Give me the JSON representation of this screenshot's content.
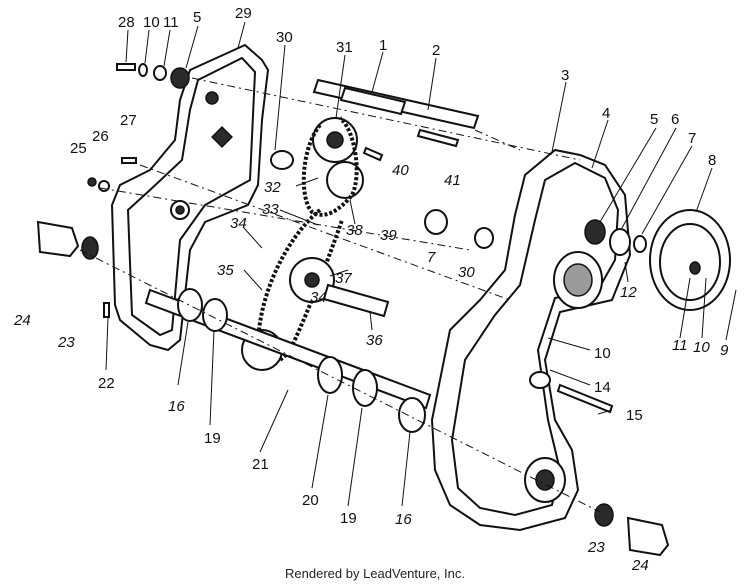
{
  "footer": {
    "text": "Rendered by LeadVenture, Inc."
  },
  "callouts": [
    {
      "id": "28",
      "text": "28"
    },
    {
      "id": "10a",
      "text": "10"
    },
    {
      "id": "11a",
      "text": "11"
    },
    {
      "id": "5a",
      "text": "5"
    },
    {
      "id": "29",
      "text": "29"
    },
    {
      "id": "30a",
      "text": "30"
    },
    {
      "id": "31",
      "text": "31"
    },
    {
      "id": "1",
      "text": "1"
    },
    {
      "id": "2",
      "text": "2"
    },
    {
      "id": "3",
      "text": "3"
    },
    {
      "id": "4",
      "text": "4"
    },
    {
      "id": "5b",
      "text": "5"
    },
    {
      "id": "6",
      "text": "6"
    },
    {
      "id": "7a",
      "text": "7"
    },
    {
      "id": "8",
      "text": "8"
    },
    {
      "id": "27",
      "text": "27"
    },
    {
      "id": "26",
      "text": "26"
    },
    {
      "id": "25",
      "text": "25"
    },
    {
      "id": "40",
      "text": "40"
    },
    {
      "id": "41",
      "text": "41"
    },
    {
      "id": "32",
      "text": "32"
    },
    {
      "id": "33",
      "text": "33"
    },
    {
      "id": "38",
      "text": "38"
    },
    {
      "id": "39",
      "text": "39"
    },
    {
      "id": "7b",
      "text": "7"
    },
    {
      "id": "30b",
      "text": "30"
    },
    {
      "id": "34a",
      "text": "34"
    },
    {
      "id": "12",
      "text": "12"
    },
    {
      "id": "35",
      "text": "35"
    },
    {
      "id": "37",
      "text": "37"
    },
    {
      "id": "34b",
      "text": "34"
    },
    {
      "id": "24a",
      "text": "24"
    },
    {
      "id": "23a",
      "text": "23"
    },
    {
      "id": "22",
      "text": "22"
    },
    {
      "id": "36",
      "text": "36"
    },
    {
      "id": "11b",
      "text": "11"
    },
    {
      "id": "10b",
      "text": "10"
    },
    {
      "id": "9",
      "text": "9"
    },
    {
      "id": "10c",
      "text": "10"
    },
    {
      "id": "14",
      "text": "14"
    },
    {
      "id": "16a",
      "text": "16"
    },
    {
      "id": "19a",
      "text": "19"
    },
    {
      "id": "15",
      "text": "15"
    },
    {
      "id": "21",
      "text": "21"
    },
    {
      "id": "20",
      "text": "20"
    },
    {
      "id": "19b",
      "text": "19"
    },
    {
      "id": "16b",
      "text": "16"
    },
    {
      "id": "23b",
      "text": "23"
    },
    {
      "id": "24b",
      "text": "24"
    }
  ]
}
